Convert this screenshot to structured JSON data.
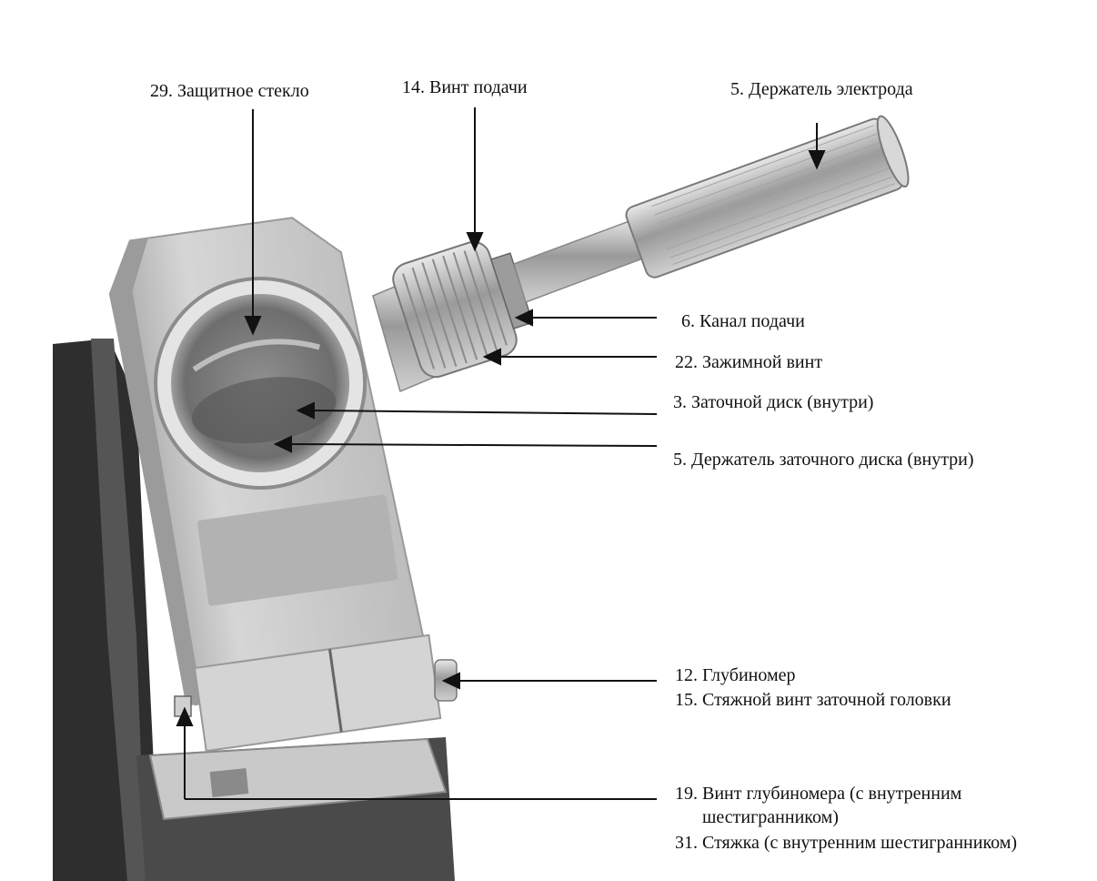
{
  "labels": {
    "protective_glass": "29.  Защитное стекло",
    "feed_screw": "14.  Винт подачи",
    "electrode_holder": "5. Держатель электрода",
    "feed_channel": "6.  Канал подачи",
    "clamping_screw": "22.  Зажимной винт",
    "grinding_disc": "3.  Заточной диск (внутри)",
    "disc_holder": "5.  Держатель заточного диска (внутри)",
    "depth_gauge": "12.  Глубиномер",
    "head_clamp_screw": "15.  Стяжной винт заточной головки",
    "depth_gauge_screw_line1": "19.  Винт глубиномера (с внутренним",
    "depth_gauge_screw_line2": "шестигранником)",
    "tie": "31.  Стяжка (с внутренним шестигранником)"
  },
  "colors": {
    "background": "#ffffff",
    "text": "#111111",
    "leader_line": "#111111",
    "device_body": "#c8c8c8",
    "device_dark": "#3a3a3a",
    "metal": "#b5b5b5"
  }
}
